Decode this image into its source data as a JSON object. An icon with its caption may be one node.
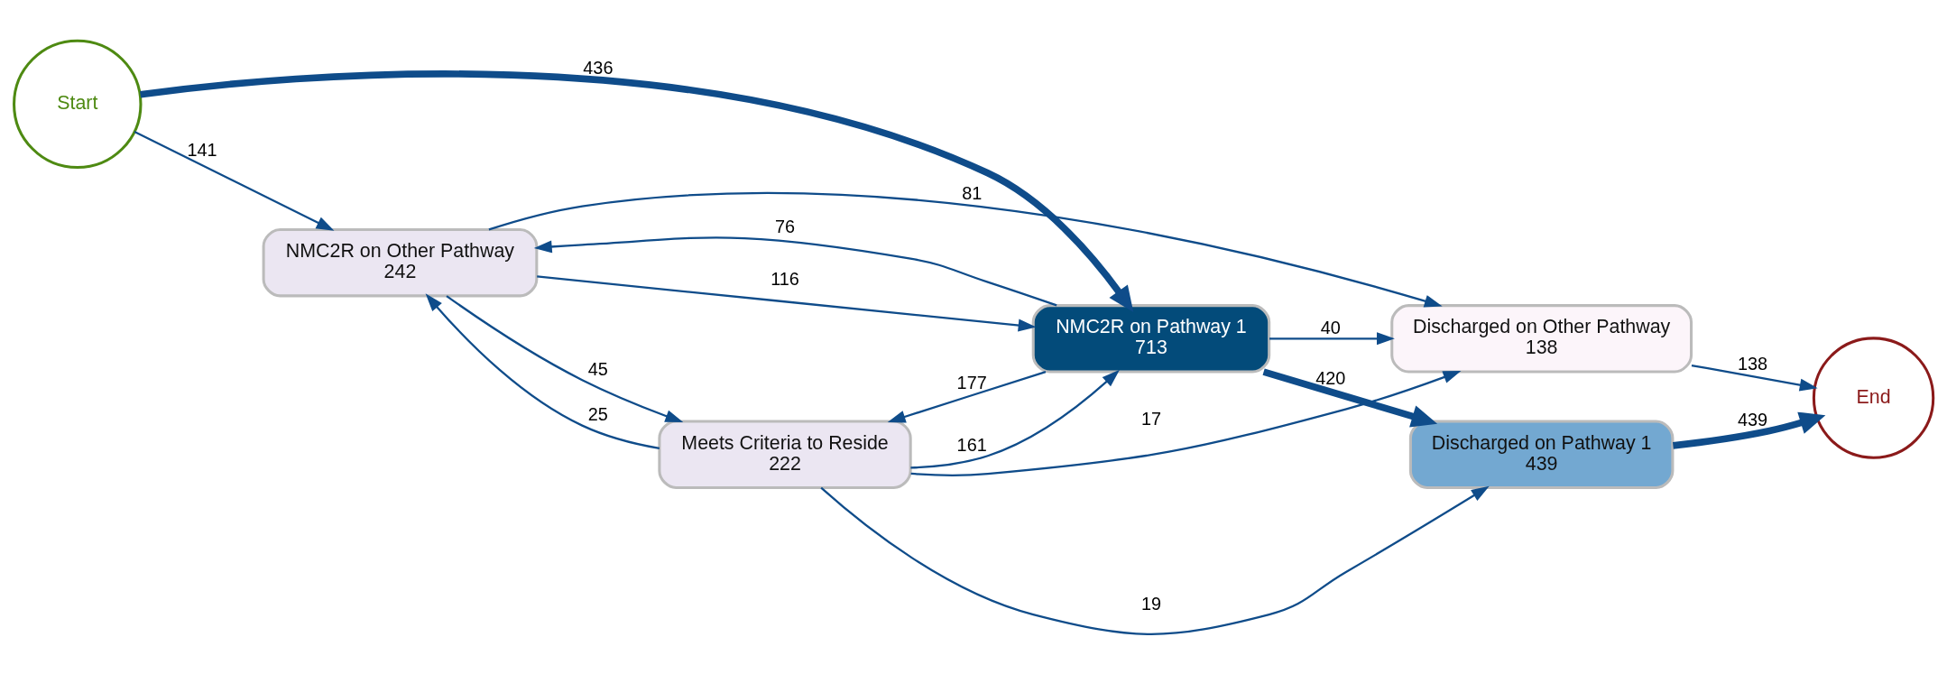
{
  "diagram": {
    "nodes": [
      {
        "text": [
          "Start"
        ]
      },
      {
        "text": [
          "NMC2R on Other Pathway",
          "242"
        ]
      },
      {
        "text": [
          "Meets Criteria to Reside",
          "222"
        ]
      },
      {
        "text": [
          "NMC2R on Pathway 1",
          "713"
        ]
      },
      {
        "text": [
          "Discharged on Other Pathway",
          "138"
        ]
      },
      {
        "text": [
          "Discharged on Pathway 1",
          "439"
        ]
      },
      {
        "text": [
          "End"
        ]
      }
    ],
    "edges": [
      {
        "from": 0,
        "to": 1,
        "arrow": "to",
        "label": "141"
      },
      {
        "from": 0,
        "to": 3,
        "arrow": "to",
        "label": "436",
        "style": "thick"
      },
      {
        "from": 1,
        "to": 2,
        "arrow": "to",
        "label": "45"
      },
      {
        "from": 2,
        "to": 1,
        "arrow": "to",
        "label": "25"
      },
      {
        "from": 1,
        "to": 3,
        "arrow": "to",
        "label": "116"
      },
      {
        "from": 3,
        "to": 1,
        "arrow": "to",
        "label": "76"
      },
      {
        "from": 1,
        "to": 4,
        "arrow": "to",
        "label": "81"
      },
      {
        "from": 2,
        "to": 3,
        "arrow": "to",
        "label": "161"
      },
      {
        "from": 3,
        "to": 2,
        "arrow": "to",
        "label": "177"
      },
      {
        "from": 3,
        "to": 4,
        "arrow": "to",
        "label": "40"
      },
      {
        "from": 3,
        "to": 5,
        "arrow": "to",
        "label": "420",
        "style": "thick"
      },
      {
        "from": 2,
        "to": 4,
        "arrow": "to",
        "label": "17"
      },
      {
        "from": 2,
        "to": 5,
        "arrow": "to",
        "label": "19"
      },
      {
        "from": 4,
        "to": 6,
        "arrow": "to",
        "label": "138"
      },
      {
        "from": 5,
        "to": 6,
        "arrow": "to",
        "label": "439",
        "style": "thick"
      }
    ]
  }
}
